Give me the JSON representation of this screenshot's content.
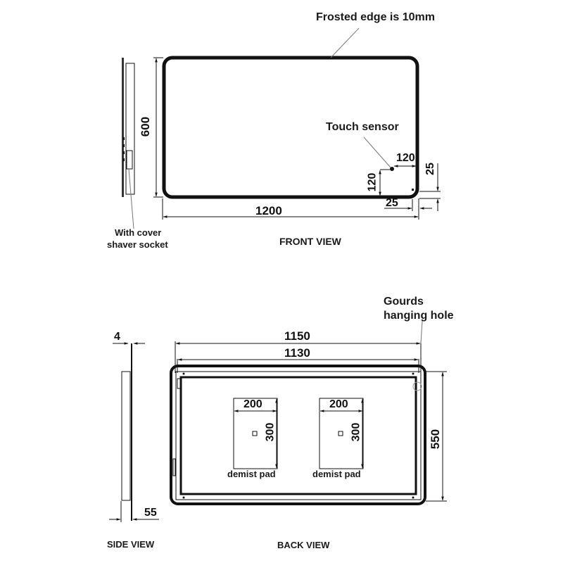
{
  "front_view": {
    "title": "FRONT VIEW",
    "annotations": {
      "frosted_edge": "Frosted edge is 10mm",
      "touch_sensor": "Touch sensor",
      "shaver_socket_line1": "With cover",
      "shaver_socket_line2": "shaver socket"
    },
    "dimensions": {
      "width": "1200",
      "height": "600",
      "sensor_from_right": "120",
      "sensor_from_bottom": "120",
      "corner_vertical": "25",
      "corner_horizontal": "25"
    }
  },
  "side_view": {
    "title": "SIDE VIEW",
    "dimensions": {
      "glass_thickness": "4",
      "depth": "55"
    }
  },
  "back_view": {
    "title": "BACK VIEW",
    "annotations": {
      "hanging_hole_line1": "Gourds",
      "hanging_hole_line2": "hanging hole"
    },
    "dimensions": {
      "outer_width": "1150",
      "inner_width": "1130",
      "height": "550"
    },
    "demist_pads": [
      {
        "label": "demist pad",
        "width": "200",
        "height": "300"
      },
      {
        "label": "demist pad",
        "width": "200",
        "height": "300"
      }
    ]
  },
  "colors": {
    "line": "#111111",
    "leader": "#888888",
    "background": "#ffffff"
  }
}
